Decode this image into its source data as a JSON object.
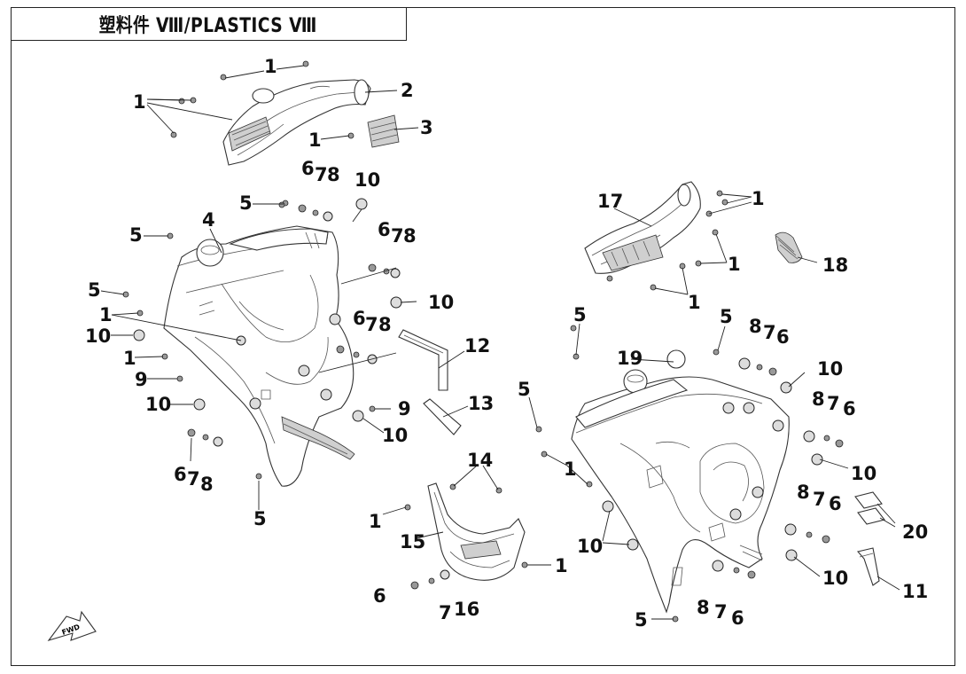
{
  "title": "塑料件 Ⅷ/PLASTICS Ⅷ",
  "fwd_label": "FWD",
  "callouts": [
    {
      "id": "c1a",
      "text": "1"
    },
    {
      "id": "c1b",
      "text": "1"
    },
    {
      "id": "c1c",
      "text": "1"
    },
    {
      "id": "c2",
      "text": "2"
    },
    {
      "id": "c3",
      "text": "3"
    },
    {
      "id": "c678a6",
      "text": "6"
    },
    {
      "id": "c678a7",
      "text": "7"
    },
    {
      "id": "c678a8",
      "text": "8"
    },
    {
      "id": "c10a",
      "text": "10"
    },
    {
      "id": "c5a",
      "text": "5"
    },
    {
      "id": "c4",
      "text": "4"
    },
    {
      "id": "c5b",
      "text": "5"
    },
    {
      "id": "c678b6",
      "text": "6"
    },
    {
      "id": "c678b7",
      "text": "7"
    },
    {
      "id": "c678b8",
      "text": "8"
    },
    {
      "id": "c5c",
      "text": "5"
    },
    {
      "id": "c10b",
      "text": "10"
    },
    {
      "id": "c1d",
      "text": "1"
    },
    {
      "id": "c678c6",
      "text": "6"
    },
    {
      "id": "c678c7",
      "text": "7"
    },
    {
      "id": "c678c8",
      "text": "8"
    },
    {
      "id": "c10c",
      "text": "10"
    },
    {
      "id": "c1e",
      "text": "1"
    },
    {
      "id": "c9a",
      "text": "9"
    },
    {
      "id": "c12",
      "text": "12"
    },
    {
      "id": "c10d",
      "text": "10"
    },
    {
      "id": "c13",
      "text": "13"
    },
    {
      "id": "c9b",
      "text": "9"
    },
    {
      "id": "c10e",
      "text": "10"
    },
    {
      "id": "c6d",
      "text": "6"
    },
    {
      "id": "c7d",
      "text": "7"
    },
    {
      "id": "c8d",
      "text": "8"
    },
    {
      "id": "c5d",
      "text": "5"
    },
    {
      "id": "c17",
      "text": "17"
    },
    {
      "id": "c1f",
      "text": "1"
    },
    {
      "id": "c1g",
      "text": "1"
    },
    {
      "id": "c18",
      "text": "18"
    },
    {
      "id": "c1h",
      "text": "1"
    },
    {
      "id": "c5e",
      "text": "5"
    },
    {
      "id": "c5f",
      "text": "5"
    },
    {
      "id": "c8e",
      "text": "8"
    },
    {
      "id": "c7e",
      "text": "7"
    },
    {
      "id": "c6e",
      "text": "6"
    },
    {
      "id": "c19",
      "text": "19"
    },
    {
      "id": "c10f",
      "text": "10"
    },
    {
      "id": "c5g",
      "text": "5"
    },
    {
      "id": "c8f",
      "text": "8"
    },
    {
      "id": "c7f",
      "text": "7"
    },
    {
      "id": "c6f",
      "text": "6"
    },
    {
      "id": "c1i",
      "text": "1"
    },
    {
      "id": "c10g",
      "text": "10"
    },
    {
      "id": "c14",
      "text": "14"
    },
    {
      "id": "c1j",
      "text": "1"
    },
    {
      "id": "c15",
      "text": "15"
    },
    {
      "id": "c8g",
      "text": "8"
    },
    {
      "id": "c7g",
      "text": "7"
    },
    {
      "id": "c6g",
      "text": "6"
    },
    {
      "id": "c20",
      "text": "20"
    },
    {
      "id": "c10h",
      "text": "10"
    },
    {
      "id": "c1k",
      "text": "1"
    },
    {
      "id": "c10i",
      "text": "10"
    },
    {
      "id": "c6h",
      "text": "6"
    },
    {
      "id": "c7h",
      "text": "7"
    },
    {
      "id": "c16",
      "text": "16"
    },
    {
      "id": "c11",
      "text": "11"
    },
    {
      "id": "c8i",
      "text": "8"
    },
    {
      "id": "c7i",
      "text": "7"
    },
    {
      "id": "c6i",
      "text": "6"
    },
    {
      "id": "c5h",
      "text": "5"
    }
  ]
}
